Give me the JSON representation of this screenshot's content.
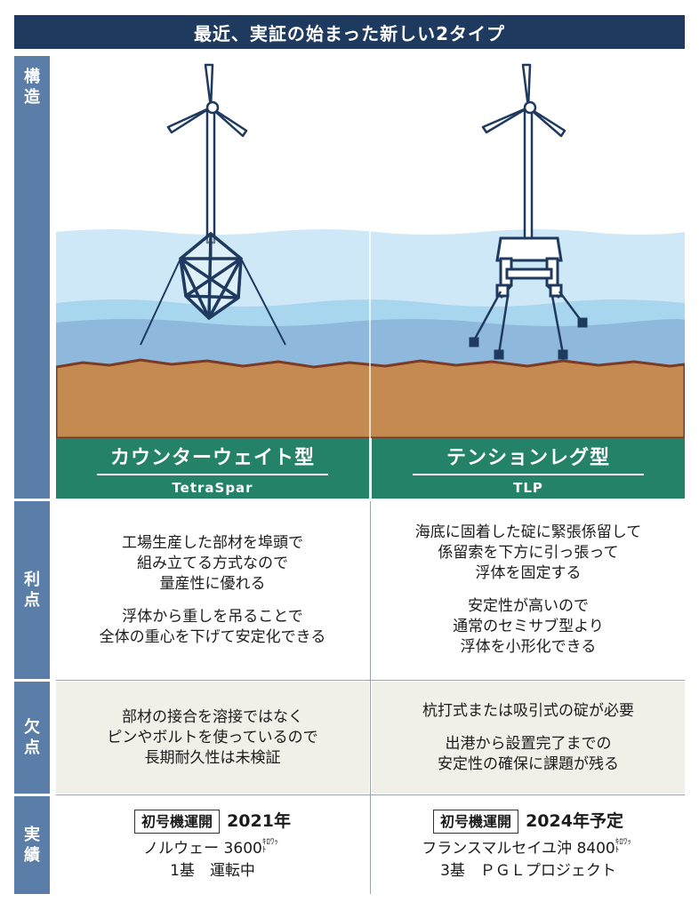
{
  "title": "最近、実証の始まった新しい2タイプ",
  "row_labels": {
    "structure": [
      "構",
      "造"
    ],
    "advantages": [
      "利",
      "点"
    ],
    "disadvantages": [
      "欠",
      "点"
    ],
    "results": [
      "実",
      "績"
    ]
  },
  "types": [
    {
      "name": "カウンターウェイト型",
      "code": "TetraSpar",
      "advantages": [
        [
          "工場生産した部材を埠頭で",
          "組み立てる方式なので",
          "量産性に優れる"
        ],
        [
          "浮体から重しを吊ることで",
          "全体の重心を下げて安定化できる"
        ]
      ],
      "disadvantages": [
        [
          "部材の接合を溶接ではなく",
          "ピンやボルトを使っているので",
          "長期耐久性は未検証"
        ]
      ],
      "result_badge": "初号機運開",
      "result_year": "2021年",
      "result_place": "ノルウェー 3600",
      "result_unit_top": "ｷﾛﾜｯ",
      "result_unit_bottom": "ﾄ",
      "result_status": "1基　運転中"
    },
    {
      "name": "テンションレグ型",
      "code": "TLP",
      "advantages": [
        [
          "海底に固着した碇に緊張係留して",
          "係留索を下方に引っ張って",
          "浮体を固定する"
        ],
        [
          "安定性が高いので",
          "通常のセミサブ型より",
          "浮体を小形化できる"
        ]
      ],
      "disadvantages": [
        [
          "杭打式または吸引式の碇が必要"
        ],
        [
          "出港から設置完了までの",
          "安定性の確保に課題が残る"
        ]
      ],
      "result_badge": "初号機運開",
      "result_year": "2024年予定",
      "result_place": "フランスマルセイユ沖 8400",
      "result_unit_top": "ｷﾛﾜｯ",
      "result_unit_bottom": "ﾄ",
      "result_status": "3基　ＰＧＬプロジェクト"
    }
  ],
  "colors": {
    "title_bg": "#1e3a5e",
    "label_bg": "#5a7ea8",
    "name_band": "#238267",
    "sky": "#ffffff",
    "water_light": "#cfe8f7",
    "water_mid": "#a9d6ef",
    "water_deep": "#8fb8dd",
    "seabed": "#c58a4f",
    "seabed_line": "#7c3a24",
    "structure_fill": "#ffffff",
    "structure_stroke": "#1e3a5e"
  },
  "icons": [
    "wind-turbine-icon",
    "tetraspar-floater-icon",
    "tlp-floater-icon"
  ]
}
